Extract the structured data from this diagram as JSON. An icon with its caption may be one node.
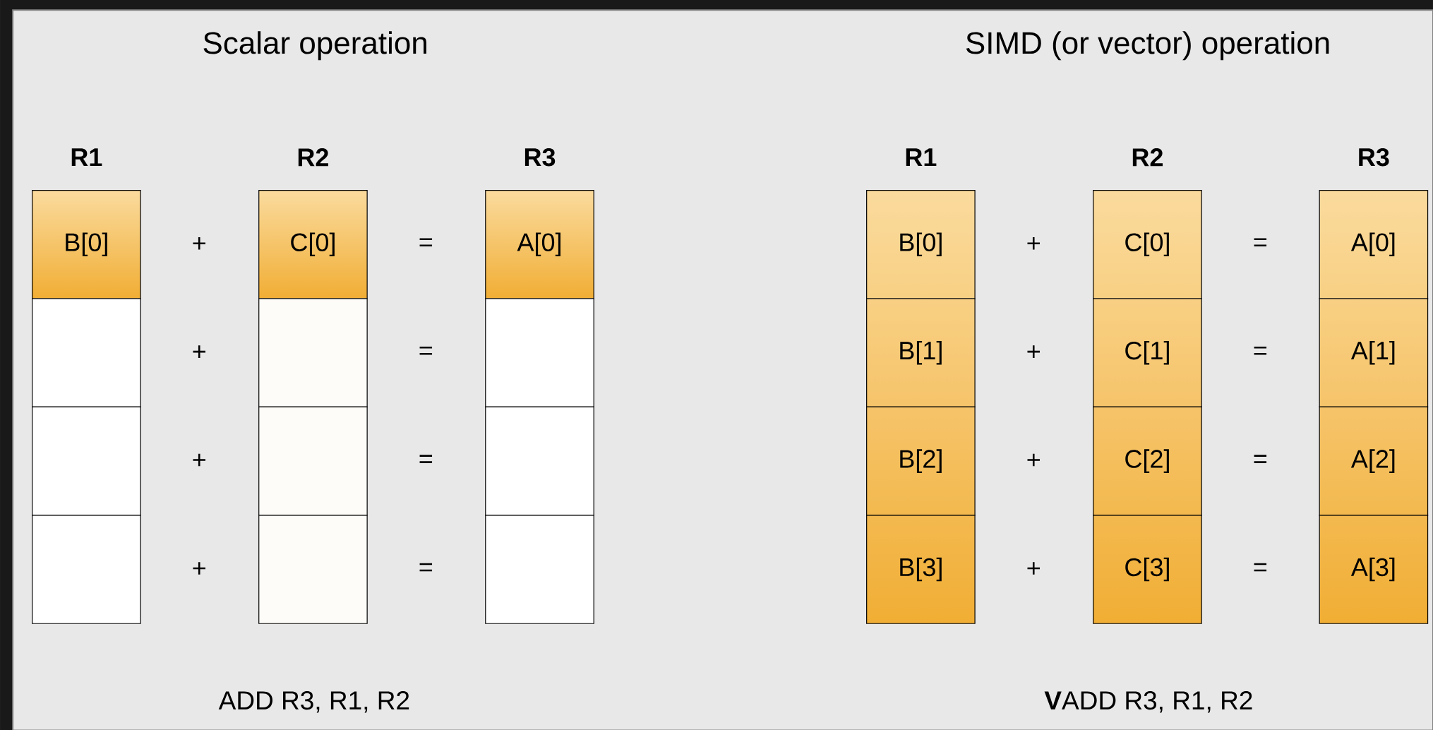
{
  "diagram": {
    "nodes": [
      {
        "text": [
          "B[0]"
        ]
      },
      {
        "text": [],
        "shape": "box"
      },
      {
        "text": [],
        "shape": "box"
      },
      {
        "text": [],
        "shape": "box"
      },
      {
        "text": [
          "C[0]"
        ]
      },
      {
        "text": [],
        "shape": "box"
      },
      {
        "text": [],
        "shape": "box"
      },
      {
        "text": [],
        "shape": "box"
      },
      {
        "text": [
          "A[0]"
        ]
      },
      {
        "text": [],
        "shape": "box"
      },
      {
        "text": [],
        "shape": "box"
      },
      {
        "text": [],
        "shape": "box"
      },
      {
        "text": [
          "B[0]"
        ]
      },
      {
        "text": [
          "B[1]"
        ]
      },
      {
        "text": [
          "B[2]"
        ]
      },
      {
        "text": [
          "B[3]"
        ]
      },
      {
        "text": [
          "C[0]"
        ]
      },
      {
        "text": [
          "C[1]"
        ]
      },
      {
        "text": [
          "C[2]"
        ]
      },
      {
        "text": [
          "C[3]"
        ]
      },
      {
        "text": [
          "A[0]"
        ]
      },
      {
        "text": [
          "A[1]"
        ]
      },
      {
        "text": [
          "A[2]"
        ]
      },
      {
        "text": [
          "A[3]"
        ]
      }
    ],
    "labels": [
      "Scalar operation",
      "SIMD (or vector) operation",
      "R1",
      "R2",
      "R3",
      "R1",
      "R2",
      "R3",
      "+",
      "=",
      "+",
      "=",
      "+",
      "=",
      "+",
      "=",
      "+",
      "=",
      "+",
      "=",
      "+",
      "=",
      "+",
      "=",
      "ADD R3, R1, R2",
      "**V**ADD R3, R1, R2"
    ]
  }
}
